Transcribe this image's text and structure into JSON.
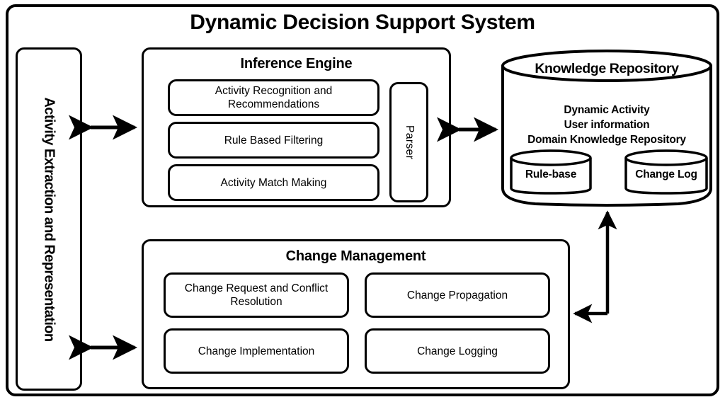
{
  "diagram": {
    "title": "Dynamic Decision Support System",
    "left_panel": {
      "label": "Activity Extraction and Representation"
    },
    "inference_engine": {
      "title": "Inference Engine",
      "items": [
        "Activity Recognition and Recommendations",
        "Rule Based Filtering",
        "Activity Match Making"
      ],
      "parser_label": "Parser"
    },
    "change_management": {
      "title": "Change Management",
      "items": [
        "Change Request and Conflict Resolution",
        "Change Propagation",
        "Change Implementation",
        "Change Logging"
      ]
    },
    "knowledge_repository": {
      "title": "Knowledge Repository",
      "contents": [
        "Dynamic Activity",
        "User information",
        "Domain Knowledge  Repository"
      ],
      "sub_stores": [
        "Rule-base",
        "Change Log"
      ]
    },
    "connectors": [
      {
        "name": "activity-extraction-to-inference-engine",
        "from": "Activity Extraction and Representation",
        "to": "Inference Engine",
        "style": "double-headed"
      },
      {
        "name": "inference-engine-to-knowledge-repository",
        "from": "Inference Engine",
        "to": "Knowledge Repository",
        "style": "double-headed"
      },
      {
        "name": "activity-extraction-to-change-management",
        "from": "Activity Extraction and Representation",
        "to": "Change Management",
        "style": "double-headed"
      },
      {
        "name": "change-management-knowledge-repository-loop",
        "from": "Change Management",
        "to": "Knowledge Repository",
        "style": "single-headed-loop"
      }
    ],
    "colors": {
      "stroke": "#000000",
      "background": "#ffffff"
    }
  }
}
